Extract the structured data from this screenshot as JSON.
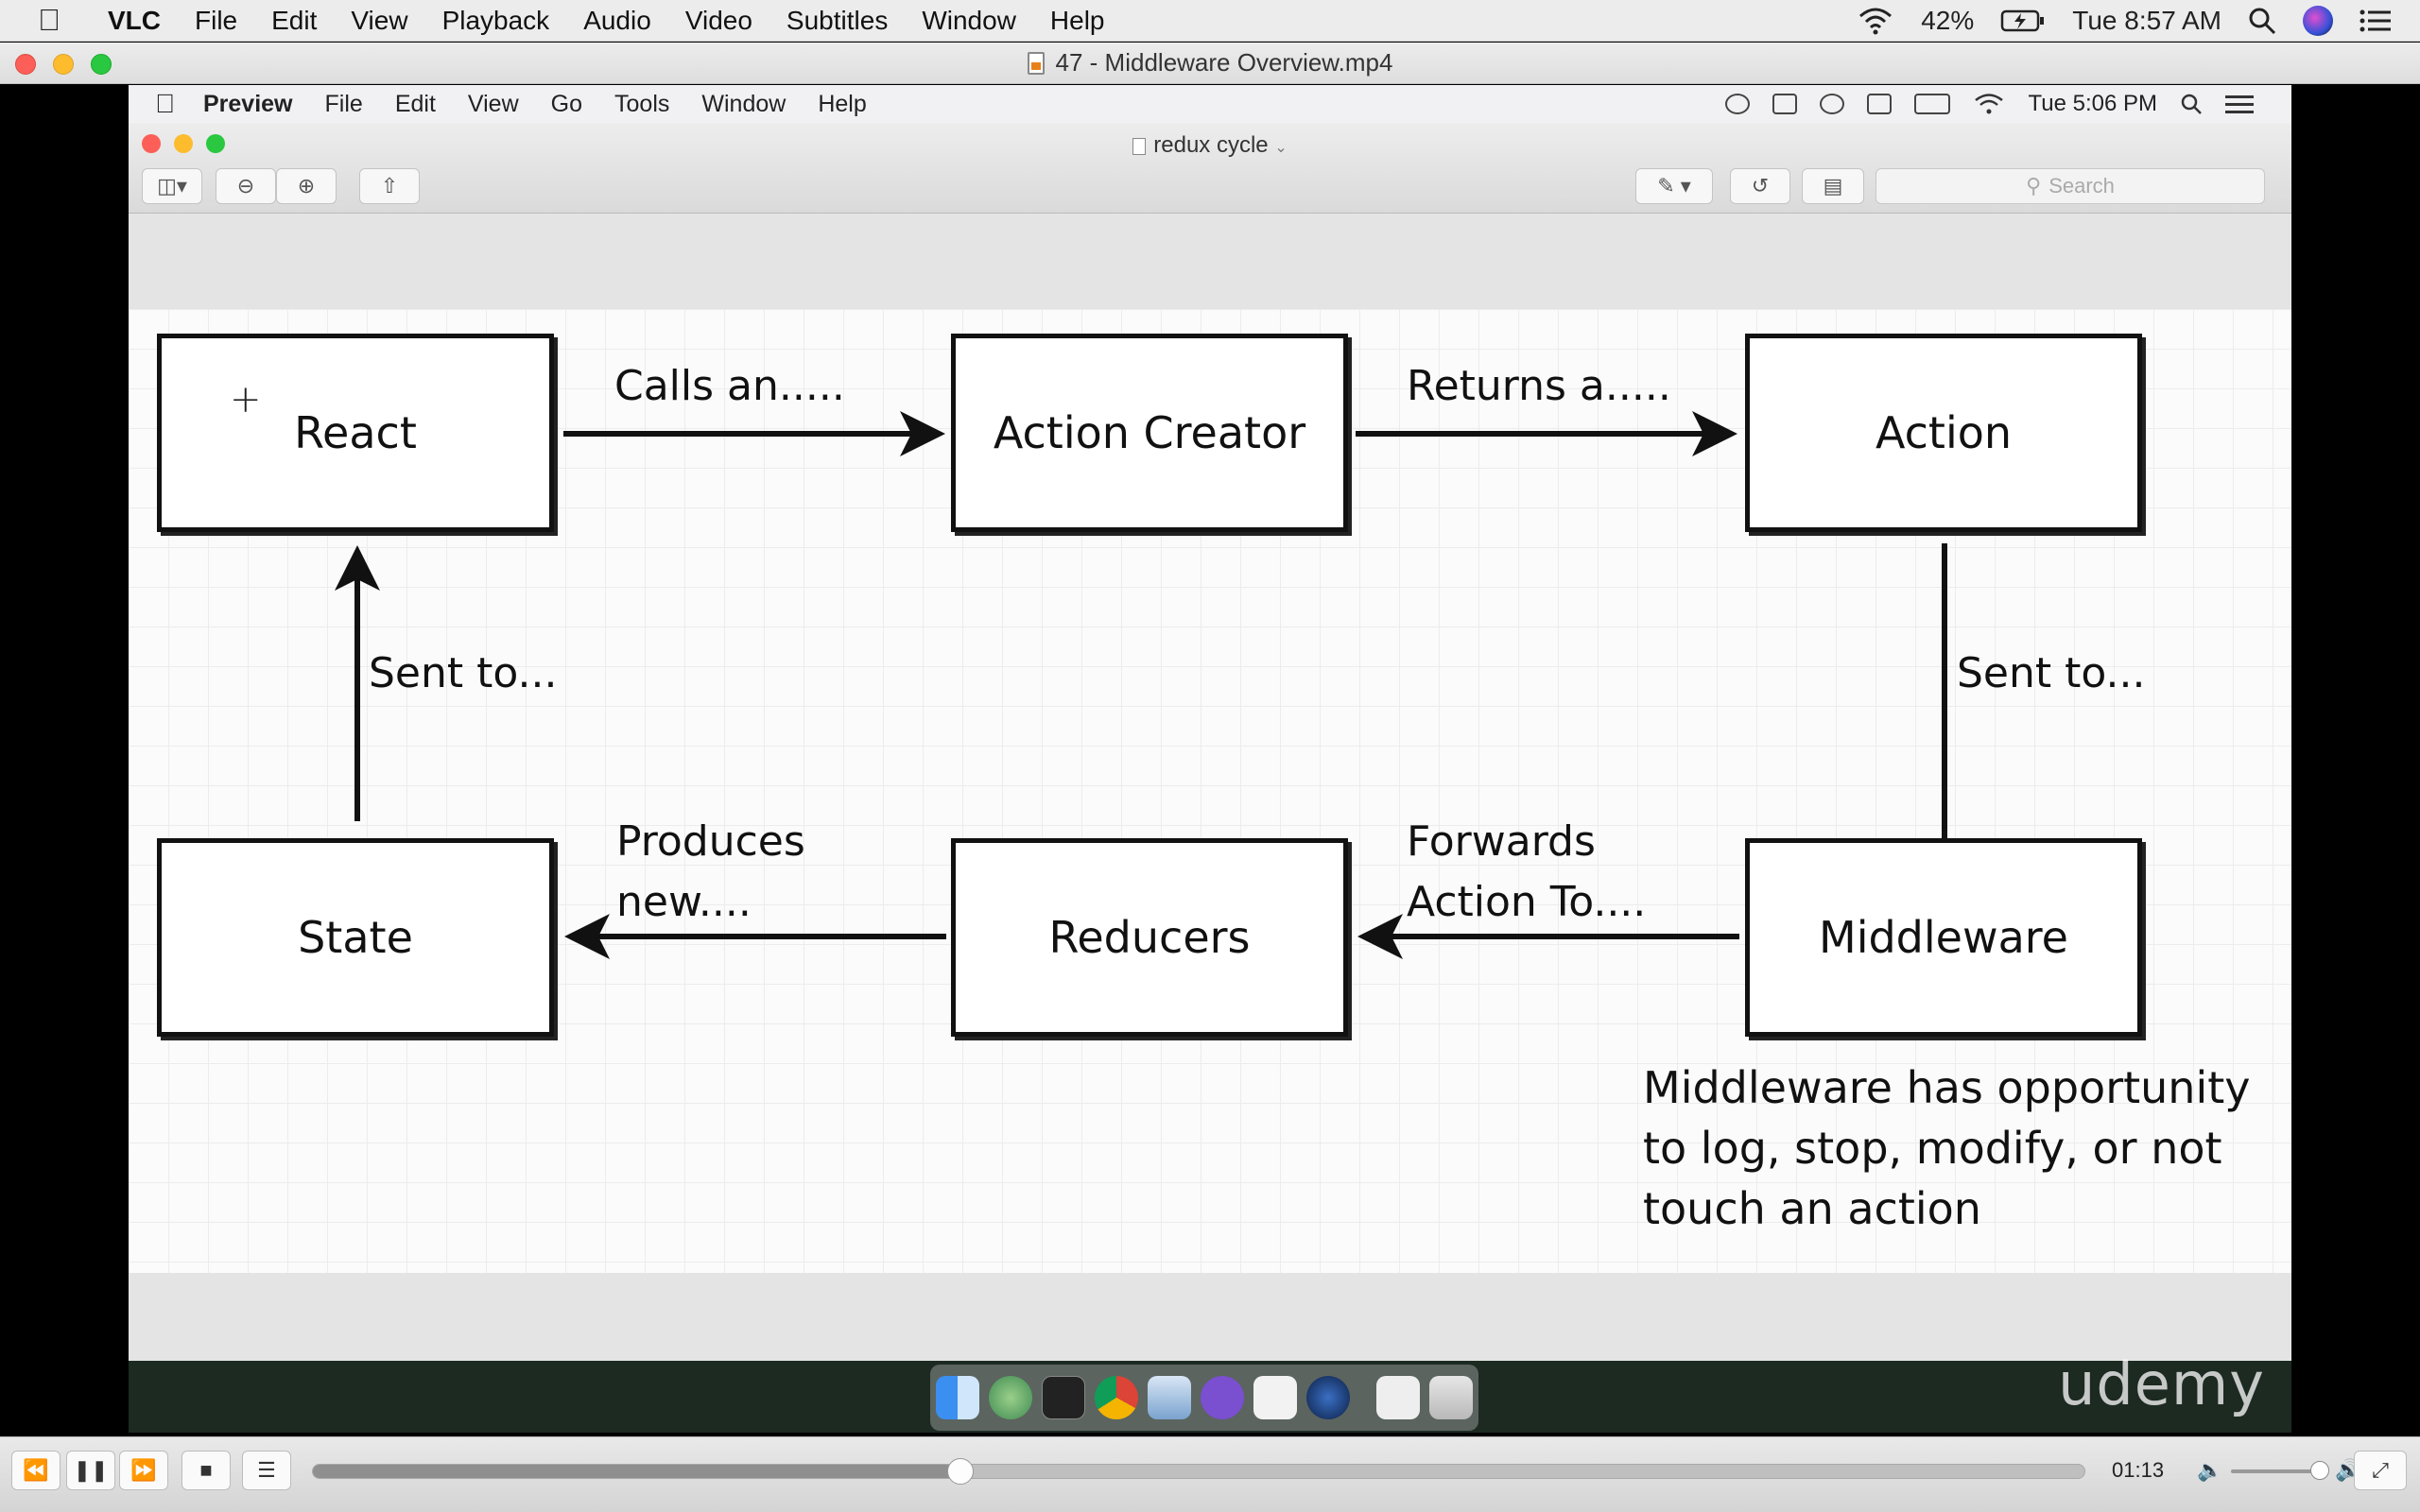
{
  "menubar": {
    "app_name": "VLC",
    "items": [
      "File",
      "Edit",
      "View",
      "Playback",
      "Audio",
      "Video",
      "Subtitles",
      "Window",
      "Help"
    ],
    "battery": "42%",
    "clock": "Tue 8:57 AM"
  },
  "vlc_window": {
    "title": "47 - Middleware Overview.mp4"
  },
  "inner_menubar": {
    "app_name": "Preview",
    "items": [
      "File",
      "Edit",
      "View",
      "Go",
      "Tools",
      "Window",
      "Help"
    ],
    "clock": "Tue 5:06 PM"
  },
  "preview": {
    "title": "redux cycle",
    "search_placeholder": "Search"
  },
  "diagram": {
    "nodes": {
      "react": "React",
      "action_creator": "Action Creator",
      "action": "Action",
      "state": "State",
      "reducers": "Reducers",
      "middleware": "Middleware"
    },
    "edges": {
      "calls": "Calls an.....",
      "returns": "Returns a.....",
      "sent_to_right": "Sent to...",
      "sent_to_left": "Sent to...",
      "forwards_1": "Forwards",
      "forwards_2": "Action To....",
      "produces_1": "Produces",
      "produces_2": "new...."
    },
    "note": [
      "Middleware has opportunity",
      "to log, stop, modify, or not",
      "touch an action"
    ]
  },
  "watermark": "udemy",
  "playback": {
    "elapsed": "01:13",
    "progress": 0.365,
    "volume": 0.92
  }
}
